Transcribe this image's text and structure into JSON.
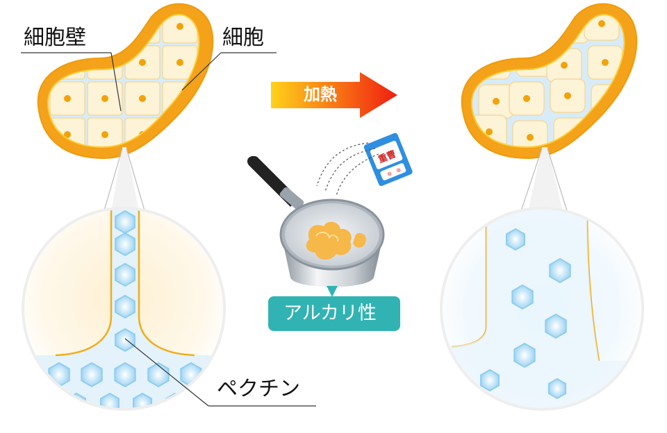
{
  "labels": {
    "cell_wall": "細胞壁",
    "cell": "細胞",
    "pectin": "ペクチン",
    "heating": "加熱",
    "alkaline": "アルカリ性"
  },
  "package_text": "重曹",
  "colors": {
    "skin_orange": "#f4a21a",
    "cell_fill": "#fdf3d6",
    "nucleus": "#f0a30a",
    "gap_blue": "#d7ecf8",
    "hexagon_blue": "#8fcdf0",
    "arrow_start": "#ffd21a",
    "arrow_end": "#f01e10",
    "alkaline_tag": "#31b3b3"
  }
}
